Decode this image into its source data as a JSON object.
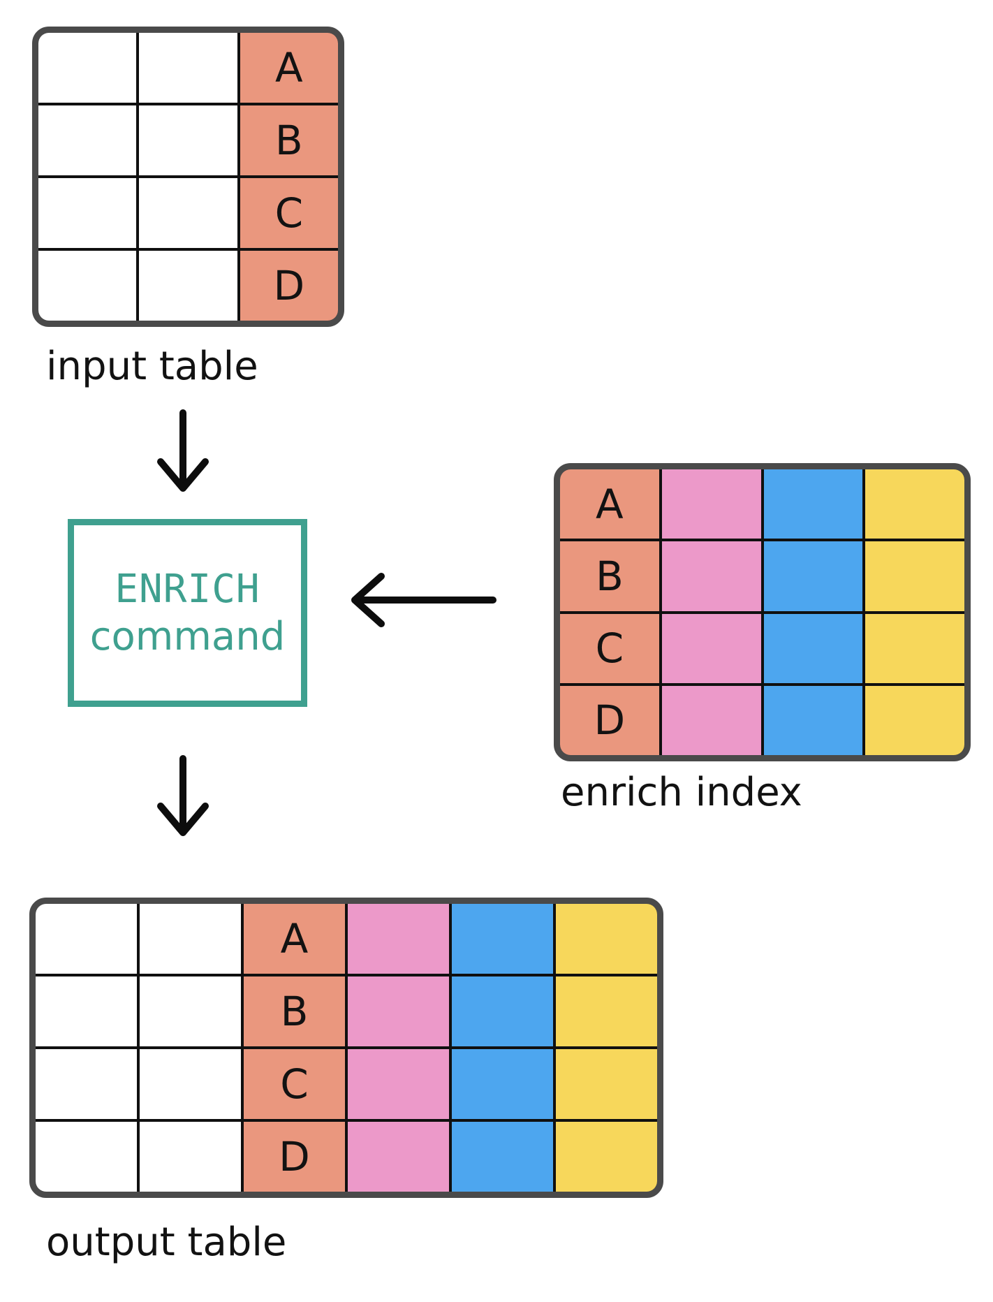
{
  "colors": {
    "salmon": "#EA977E",
    "pink": "#EC99C9",
    "blue": "#4DA6EF",
    "yellow": "#F7D75B",
    "teal": "#3FA08F",
    "frame": "#4A4A4A",
    "ink": "#121212"
  },
  "input_table": {
    "label": "input table",
    "letters": [
      "A",
      "B",
      "C",
      "D"
    ]
  },
  "enrich_command": {
    "name": "ENRICH",
    "word": "command"
  },
  "enrich_index": {
    "label": "enrich index",
    "letters": [
      "A",
      "B",
      "C",
      "D"
    ]
  },
  "output_table": {
    "label": "output table",
    "letters": [
      "A",
      "B",
      "C",
      "D"
    ]
  }
}
